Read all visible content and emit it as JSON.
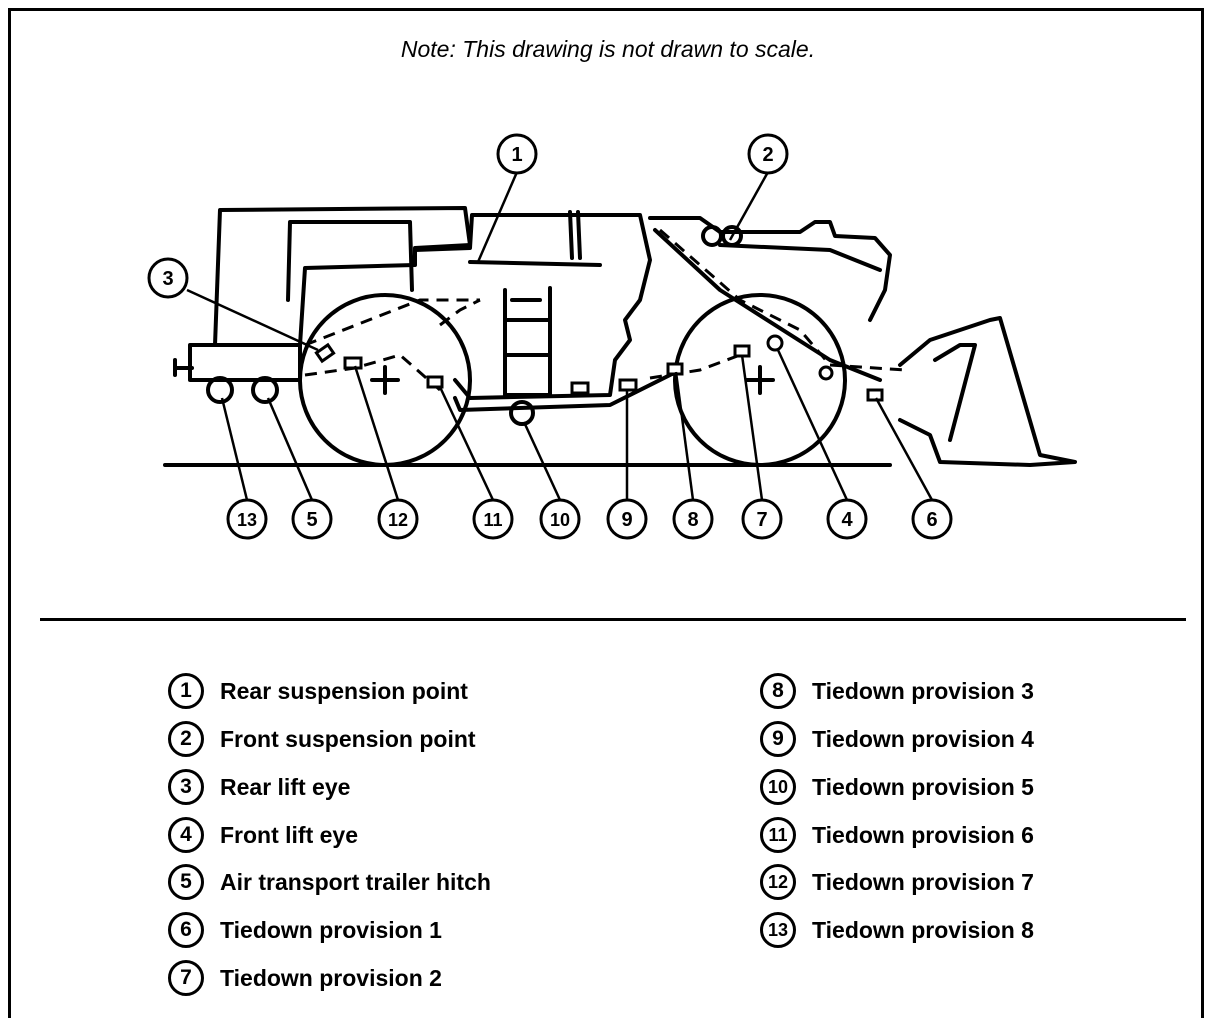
{
  "note": "Note:  This drawing is not drawn to scale.",
  "callouts": {
    "c1": "1",
    "c2": "2",
    "c3": "3",
    "c4": "4",
    "c5": "5",
    "c6": "6",
    "c7": "7",
    "c8": "8",
    "c9": "9",
    "c10": "10",
    "c11": "11",
    "c12": "12",
    "c13": "13"
  },
  "legend": [
    {
      "num": "1",
      "text": "Rear suspension point"
    },
    {
      "num": "2",
      "text": "Front suspension point"
    },
    {
      "num": "3",
      "text": "Rear lift eye"
    },
    {
      "num": "4",
      "text": "Front lift eye"
    },
    {
      "num": "5",
      "text": "Air transport trailer hitch"
    },
    {
      "num": "6",
      "text": "Tiedown provision 1"
    },
    {
      "num": "7",
      "text": "Tiedown provision 2"
    },
    {
      "num": "8",
      "text": "Tiedown provision 3"
    },
    {
      "num": "9",
      "text": "Tiedown provision 4"
    },
    {
      "num": "10",
      "text": "Tiedown provision 5"
    },
    {
      "num": "11",
      "text": "Tiedown provision 6"
    },
    {
      "num": "12",
      "text": "Tiedown provision 7"
    },
    {
      "num": "13",
      "text": "Tiedown provision 8"
    }
  ]
}
